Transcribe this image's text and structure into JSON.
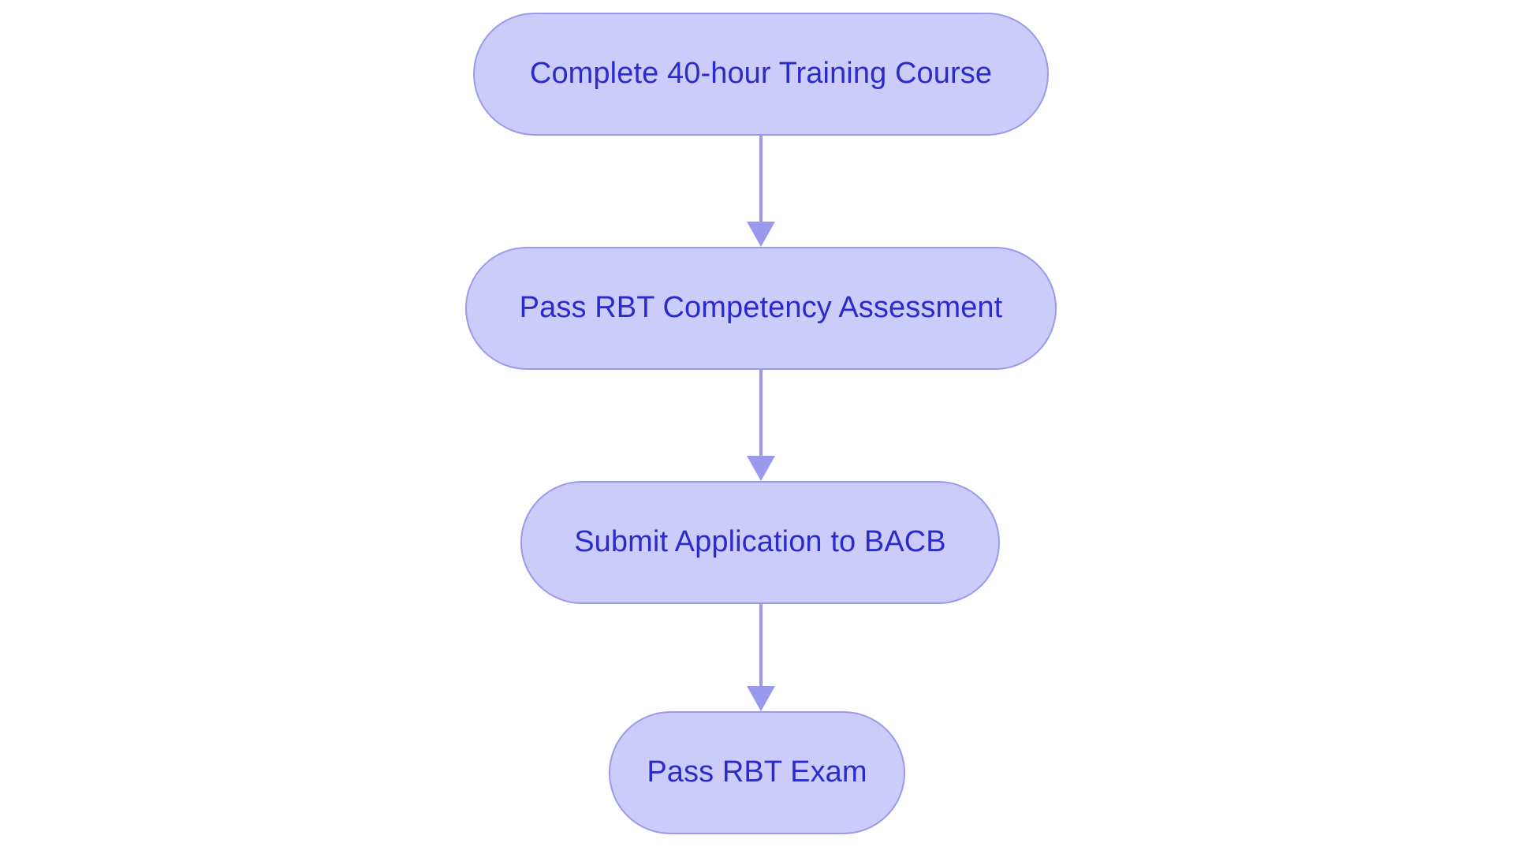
{
  "diagram": {
    "type": "flowchart",
    "orientation": "top-to-bottom",
    "background_color": "#ffffff",
    "node_fill_color": "#ccccfa",
    "node_border_color": "#9999ee",
    "node_text_color": "#2b2bcc",
    "edge_color": "#9999ee",
    "nodes": [
      {
        "id": "node-0",
        "label": "Complete 40-hour Training Course"
      },
      {
        "id": "node-1",
        "label": "Pass RBT Competency Assessment"
      },
      {
        "id": "node-2",
        "label": "Submit Application to BACB"
      },
      {
        "id": "node-3",
        "label": "Pass RBT Exam"
      }
    ],
    "edges": [
      {
        "id": "edge-0",
        "from": "node-0",
        "to": "node-1",
        "arrow": "arrow-down-icon"
      },
      {
        "id": "edge-1",
        "from": "node-1",
        "to": "node-2",
        "arrow": "arrow-down-icon"
      },
      {
        "id": "edge-2",
        "from": "node-2",
        "to": "node-3",
        "arrow": "arrow-down-icon"
      }
    ]
  }
}
